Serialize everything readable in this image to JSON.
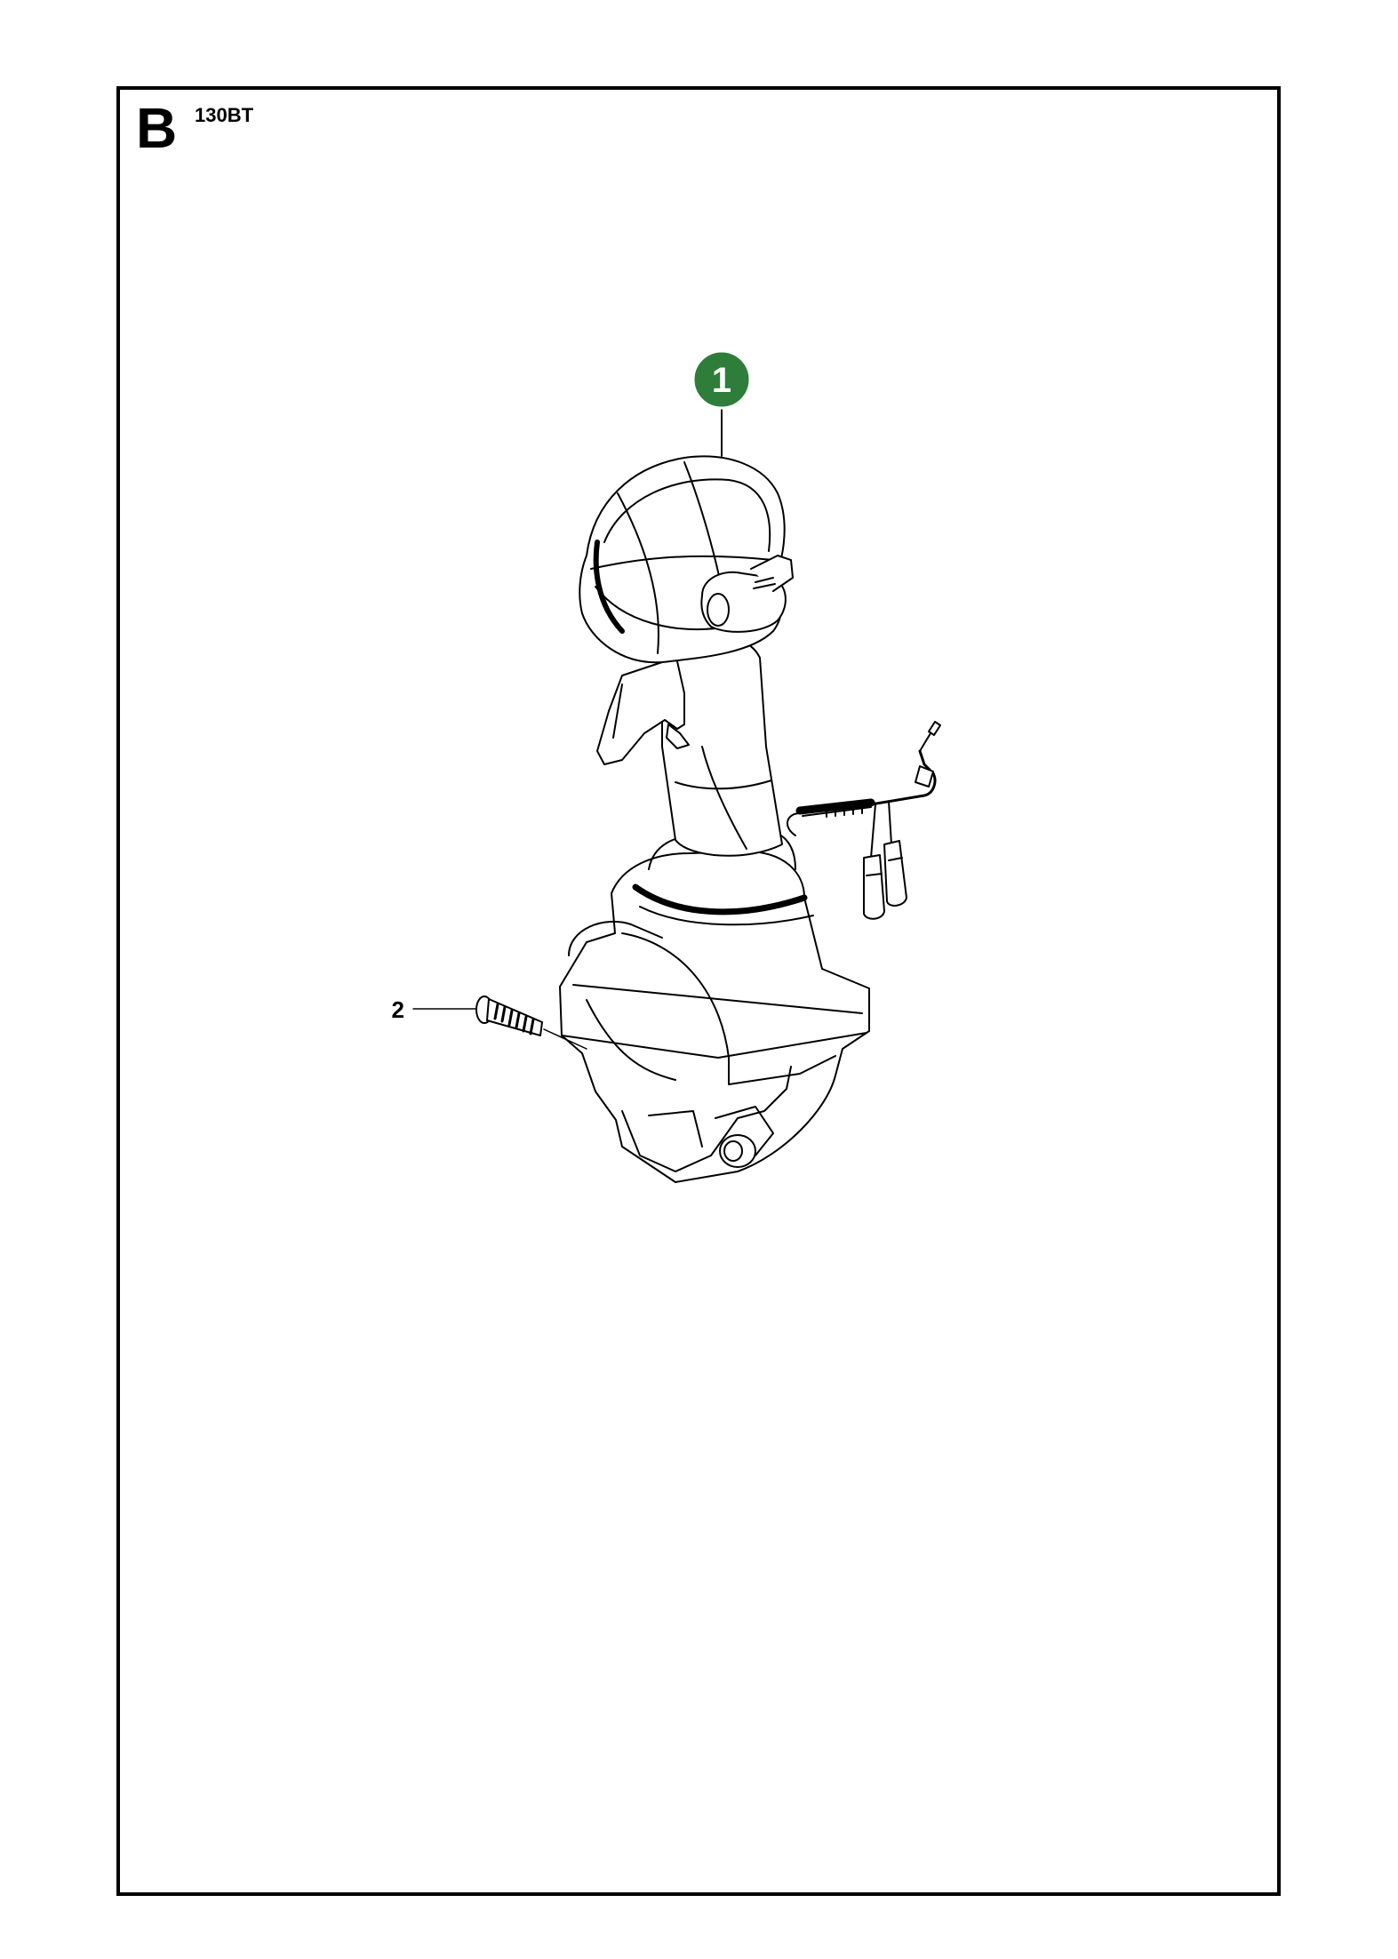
{
  "page": {
    "section_letter": "B",
    "model": "130BT"
  },
  "callouts": [
    {
      "id": "1",
      "label": "1",
      "highlighted": true
    },
    {
      "id": "2",
      "label": "2",
      "highlighted": false
    }
  ],
  "colors": {
    "highlight": "#2e7d3a",
    "line": "#000000",
    "background": "#ffffff"
  }
}
